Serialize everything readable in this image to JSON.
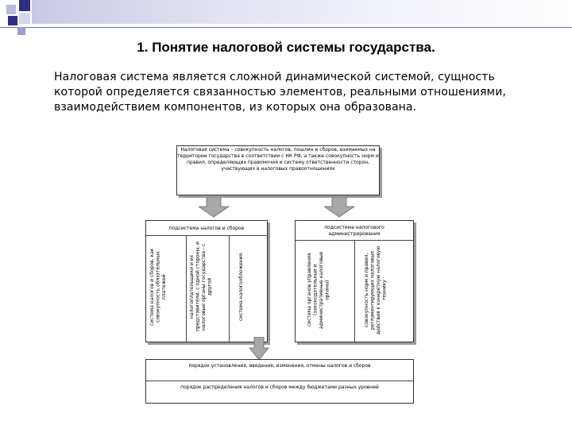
{
  "title": "1. Понятие налоговой системы государства.",
  "intro": "Налоговая система является сложной динамической системой, сущность которой определяется связанностью элементов, реальными отношениями, взаимодействием компонентов, из которых она образована.",
  "diagram": {
    "top_box": "Налоговая система – совокупность налогов, пошлин и сборов, взимаемых на территории государства в соответствии с НК РФ, а также совокупность норм и правил, определяющих правомочия и систему ответственности сторон, участвующих в налоговых правоотношениях",
    "left_subsystem": {
      "label": "подсистема налогов и сборов",
      "columns": [
        "система налогов и сборов, как совокупность обязательных платежей",
        "налогоплательщики и их представители, с одной стороны, и налоговые органы государства - с другой",
        "система налогообложения"
      ]
    },
    "right_subsystem": {
      "label": "подсистема налогового администрирования",
      "columns": [
        "система органов управления (законодательные и административные налоговые органы)",
        "совокупность норм и правил, регламентирующих налоговые действия к конкретную налоговую технику"
      ]
    },
    "bottom_box": {
      "line1": "порядок установления, введения, изменения, отмены налогов и сборов",
      "line2": "порядок распределения налогов и сборов между бюджетами разных уровней"
    }
  },
  "colors": {
    "accent_dark": "#2e2e8a",
    "accent_light": "#b8b8dc",
    "line": "#6a6ab0"
  }
}
